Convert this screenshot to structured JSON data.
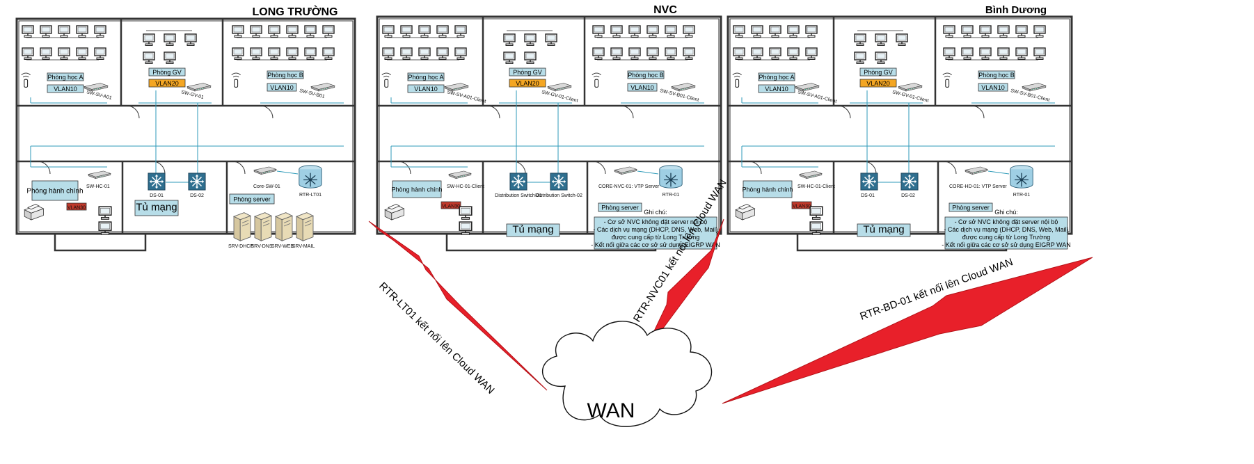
{
  "diagram_title": "",
  "sites": [
    {
      "id": "lt",
      "name": "LONG TRƯỜNG",
      "room_a": "Phòng học A",
      "vlan_a": "VLAN10",
      "sw_a": "SW-SV-A01",
      "room_gv": "Phòng GV",
      "vlan_gv": "VLAN20",
      "sw_gv": "SW-GV-01",
      "room_b": "Phòng học B",
      "vlan_b": "VLAN10",
      "sw_b": "SW-SV-B01",
      "room_hc": "Phòng hành chính",
      "vlan_hc": "VLAN30",
      "sw_hc": "SW-HC-01",
      "ds1": "DS-01",
      "ds2": "DS-02",
      "rack": "Tủ mạng",
      "core": "Core-SW-01",
      "router": "RTR-LT01",
      "server_room": "Phòng server",
      "servers": [
        "SRV-DHCP",
        "SRV-DNS",
        "SRV-WEB",
        "SRV-MAIL"
      ]
    },
    {
      "id": "nvc",
      "name": "NVC",
      "room_a": "Phòng học A",
      "vlan_a": "VLAN10",
      "sw_a": "SW-SV-A01-Client",
      "room_gv": "Phòng GV",
      "vlan_gv": "VLAN20",
      "sw_gv": "SW-GV-01-Client",
      "room_b": "Phòng học B",
      "vlan_b": "VLAN10",
      "sw_b": "SW-SV-B01-Client",
      "room_hc": "Phòng hành chính",
      "vlan_hc": "VLAN30",
      "sw_hc": "SW-HC-01-Client",
      "ds1": "Distribution Switch-01",
      "ds2": "Distribution Switch-02",
      "rack": "Tủ mạng",
      "core": "CORE-NVC-01: VTP Server",
      "router": "RTR-01",
      "server_room": "Phòng server",
      "note_title": "Ghi chú:",
      "note_lines": [
        "- Cơ sở NVC không đặt server nội bộ",
        "- Các dịch vụ mạng (DHCP, DNS, Web, Mail)",
        "được cung cấp từ Long Trường",
        "- Kết nối giữa các cơ sở sử dụng EIGRP WAN"
      ]
    },
    {
      "id": "bd",
      "name": "Bình Dương",
      "room_a": "Phòng học A",
      "vlan_a": "VLAN10",
      "sw_a": "SW-SV-A01-Client",
      "room_gv": "Phòng GV",
      "vlan_gv": "VLAN20",
      "sw_gv": "SW-GV-01-Client",
      "room_b": "Phòng học B",
      "vlan_b": "VLAN10",
      "sw_b": "SW-SV-B01-Client",
      "room_hc": "Phòng hành chính",
      "vlan_hc": "VLAN30",
      "sw_hc": "SW-HC-01-Client",
      "ds1": "DS-01",
      "ds2": "DS-02",
      "rack": "Tủ mạng",
      "core": "CORE-HD-01: VTP Server",
      "router": "RTR-01",
      "server_room": "Phòng server",
      "note_title": "Ghi chú:",
      "note_lines": [
        "- Cơ sở NVC không đặt server nội bộ",
        "- Các dịch vụ mạng (DHCP, DNS, Web, Mail)",
        "được cung cấp từ Long Trường",
        "- Kết nối giữa các cơ sở sử dụng EIGRP WAN"
      ]
    }
  ],
  "wan": {
    "label": "WAN",
    "links": [
      "RTR-LT01 kết nối lên Cloud WAN",
      "RTR-NVC01 kết nối lên Cloud WAN",
      "RTR-BD-01 kết nối lên Cloud WAN"
    ]
  },
  "colors": {
    "room_box": "#b7dde8",
    "vlan_teal": "#4bacc6",
    "vlan_orange": "#f4a623",
    "vlan_red": "#c0392b",
    "cable": "#2e9ab8",
    "bolt": "#e8202a",
    "wall": "#333333"
  }
}
